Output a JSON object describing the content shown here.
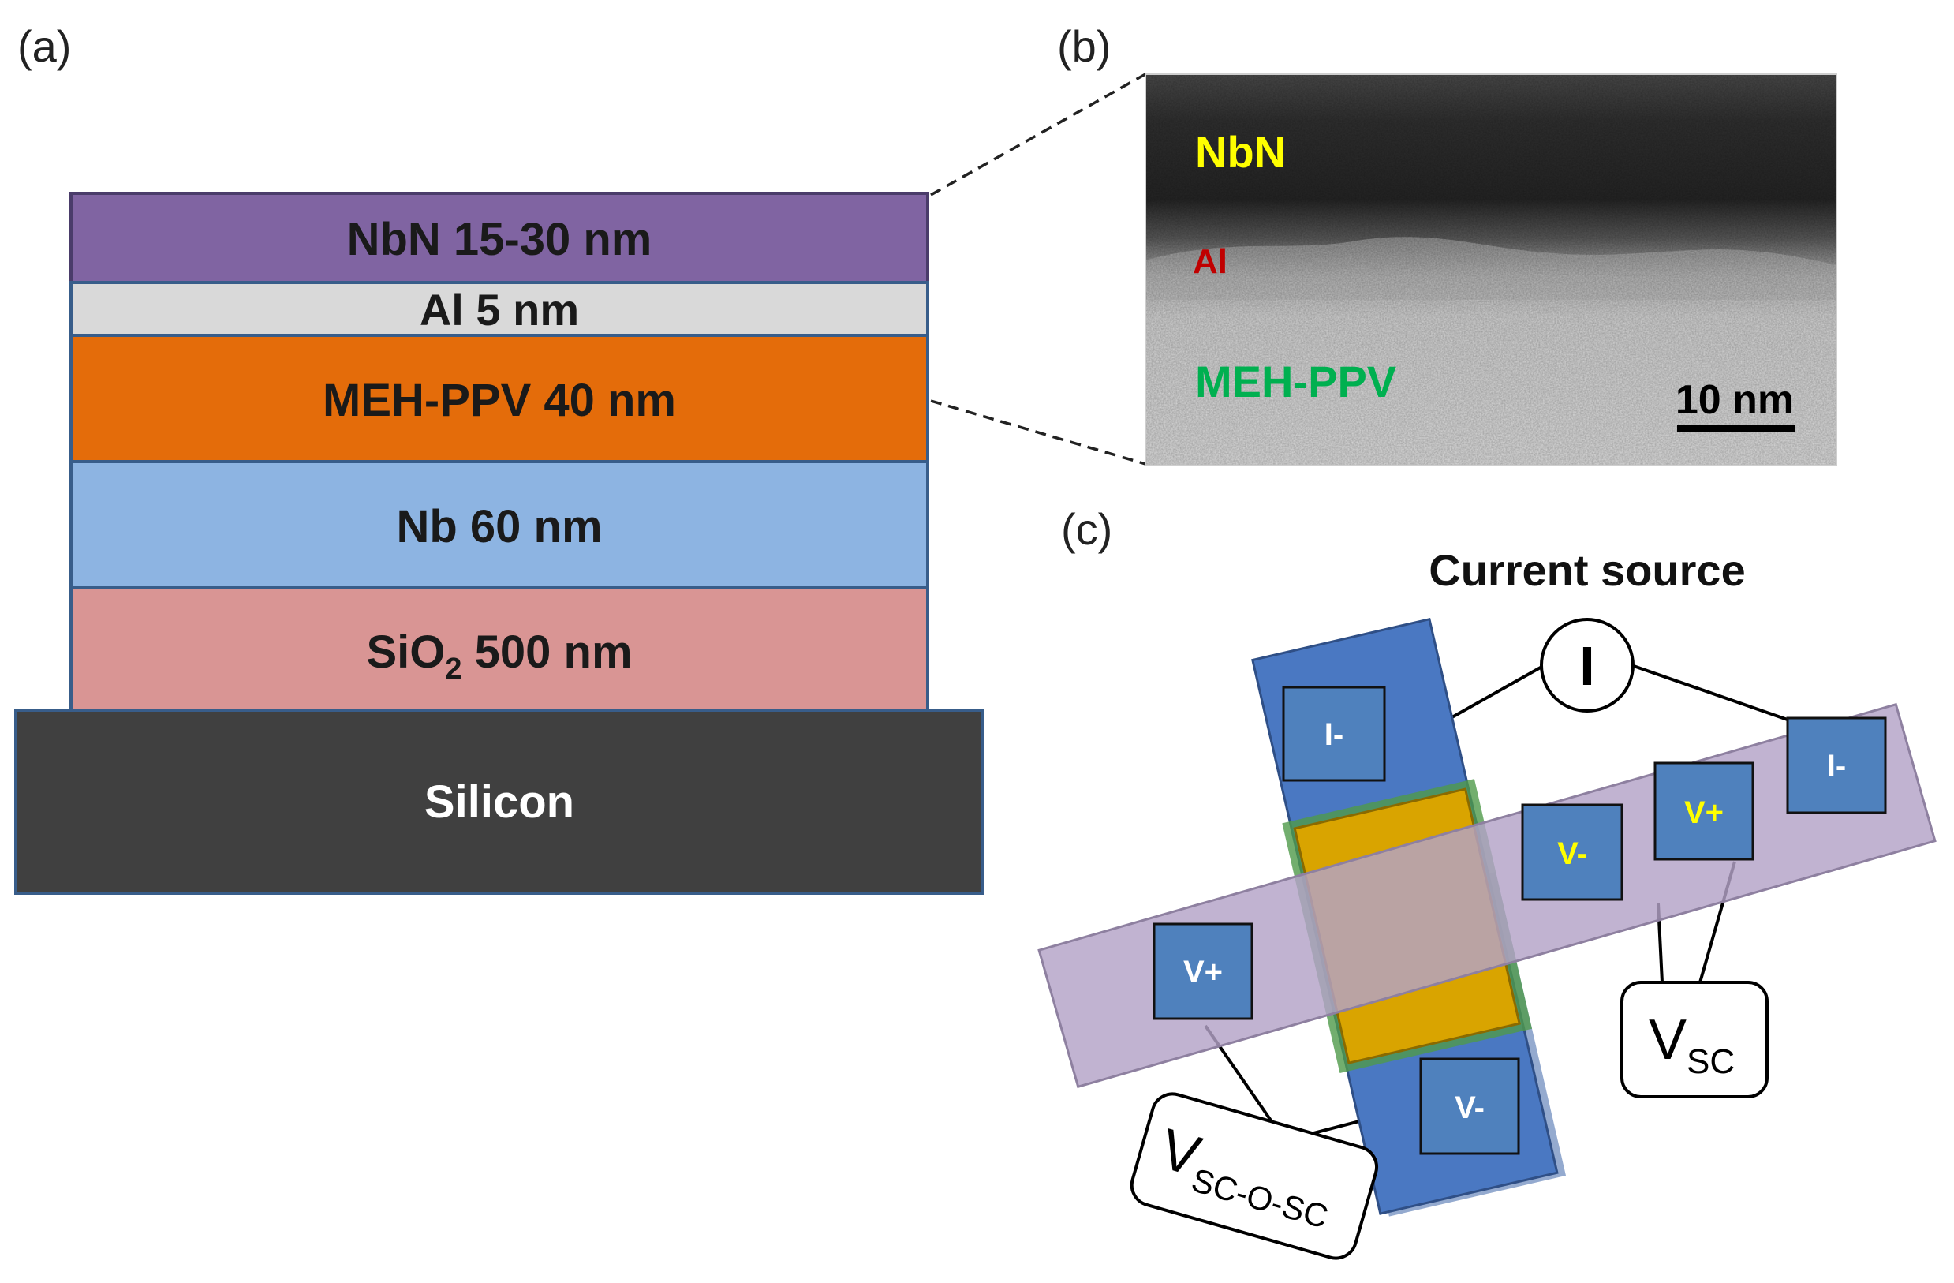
{
  "panels": {
    "a": {
      "label": "(a)"
    },
    "b": {
      "label": "(b)"
    },
    "c": {
      "label": "(c)"
    }
  },
  "stack": {
    "nbn": {
      "label": "NbN 15-30 nm",
      "color": "#8064a2"
    },
    "al": {
      "label": "Al 5 nm",
      "color": "#d9d9d9"
    },
    "mehppv": {
      "label": "MEH-PPV 40 nm",
      "color": "#e46c0a"
    },
    "nb": {
      "label": "Nb 60 nm",
      "color": "#8db4e2"
    },
    "sio2": {
      "label_main": "SiO",
      "label_sub": "2",
      "label_rest": " 500 nm",
      "color": "#d99594"
    },
    "silicon": {
      "label": "Silicon",
      "color": "#404040"
    }
  },
  "tem": {
    "nbn_label": "NbN",
    "al_label": "Al",
    "mehppv_label": "MEH-PPV",
    "scalebar_label": "10 nm",
    "colors": {
      "nbn": "#ffff00",
      "al": "#c00000",
      "mehppv": "#00b050"
    }
  },
  "device": {
    "title": "Current source",
    "current_symbol": "I",
    "pads": {
      "left_i_minus": "I-",
      "right_i_minus": "I-",
      "right_v_plus": "V+",
      "right_v_minus": "V-",
      "left_v_plus": "V+",
      "bottom_v_minus": "V-"
    },
    "meters": {
      "vsc_main": "V",
      "vsc_sub": "SC",
      "vscosc_main": "V",
      "vscosc_sub": "SC-O-SC"
    },
    "colors": {
      "bottom_strip": "#4a78c2",
      "top_strip": "#b3a2c7",
      "junction": "#d9a400",
      "pad": "#4f81bd",
      "pad_text_yellow": "#ffff00"
    }
  }
}
